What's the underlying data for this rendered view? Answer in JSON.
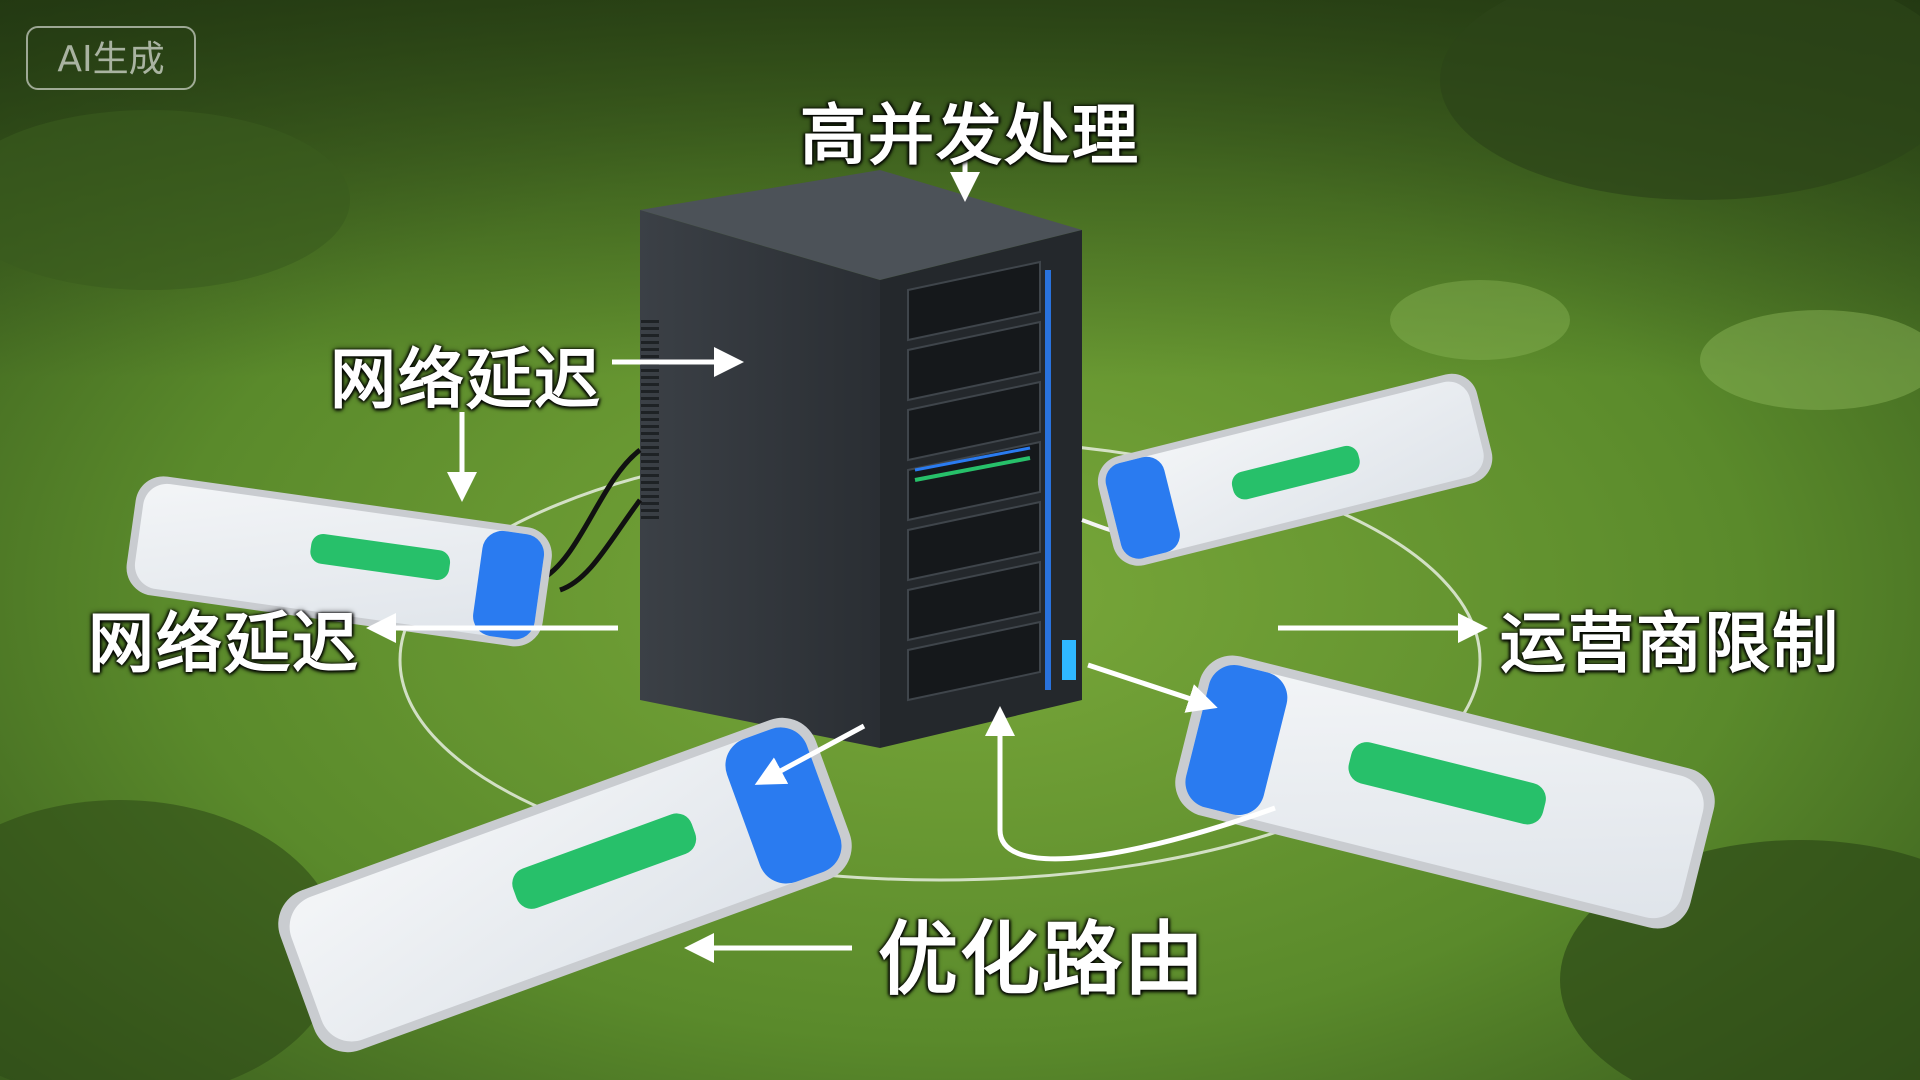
{
  "watermark": "AI生成",
  "labels": {
    "top": "高并发处理",
    "latency_upper": "网络延迟",
    "latency_left": "网络延迟",
    "carrier": "运营商限制",
    "route": "优化路由"
  },
  "colors": {
    "grass": "#5a8a2e",
    "server": "#2e3236",
    "accent_green": "#27c06a",
    "accent_blue": "#2a7bf0"
  }
}
